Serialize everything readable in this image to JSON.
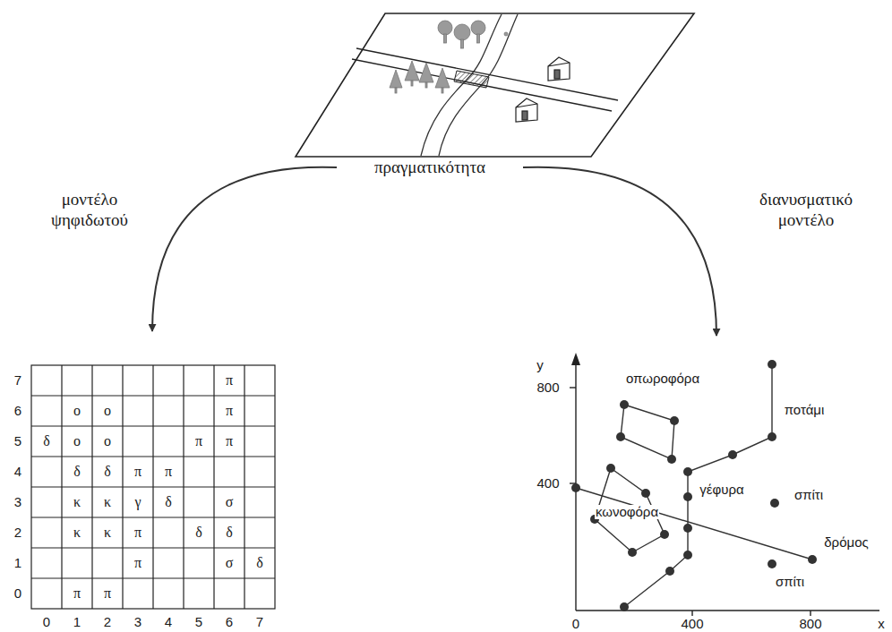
{
  "diagram": {
    "nodes": [
      {
        "text": [
          "πραγματικότητα"
        ]
      },
      {
        "text": [
          "π",
          "ο",
          "ο",
          "π",
          "δ",
          "ο",
          "ο",
          "π",
          "π",
          "δ",
          "δ",
          "π",
          "π",
          "κ",
          "κ",
          "γ",
          "δ",
          "σ",
          "κ",
          "κ",
          "π",
          "δ",
          "δ",
          "π",
          "σ",
          "δ",
          "π",
          "π"
        ]
      },
      {
        "text": [
          "οπωροφόρα",
          "ποτάμι",
          "γέφυρα",
          "σπίτι",
          "κωνοφόρα",
          "δρόμος",
          "σπίτι"
        ]
      }
    ],
    "edges": [
      {
        "from": 0,
        "to": 1,
        "arrow": "to",
        "label": "μοντέλο ψηφιδωτού"
      },
      {
        "from": 0,
        "to": 2,
        "arrow": "to",
        "label": "διανυσματικό μοντέλο"
      }
    ],
    "labels": [
      "7",
      "6",
      "5",
      "4",
      "3",
      "2",
      "1",
      "0",
      "0",
      "1",
      "2",
      "3",
      "4",
      "5",
      "6",
      "7",
      "y",
      "800",
      "400",
      "0",
      "400",
      "800",
      "x"
    ]
  }
}
